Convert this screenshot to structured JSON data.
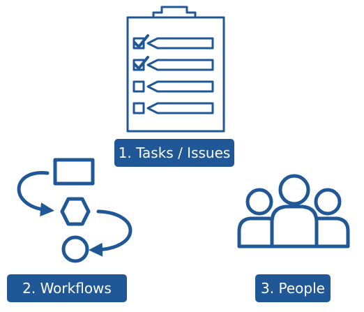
{
  "colors": {
    "accent": "#1f5797",
    "label_text": "#ffffff",
    "background": "#ffffff"
  },
  "icons": {
    "tasks": "clipboard-checklist-icon",
    "workflows": "workflow-flowchart-icon",
    "people": "people-group-icon"
  },
  "labels": {
    "tasks": "1. Tasks / Issues",
    "workflows": "2. Workflows",
    "people": "3. People"
  },
  "checklist": {
    "items": [
      {
        "checked": true
      },
      {
        "checked": true
      },
      {
        "checked": false
      },
      {
        "checked": false
      }
    ]
  }
}
